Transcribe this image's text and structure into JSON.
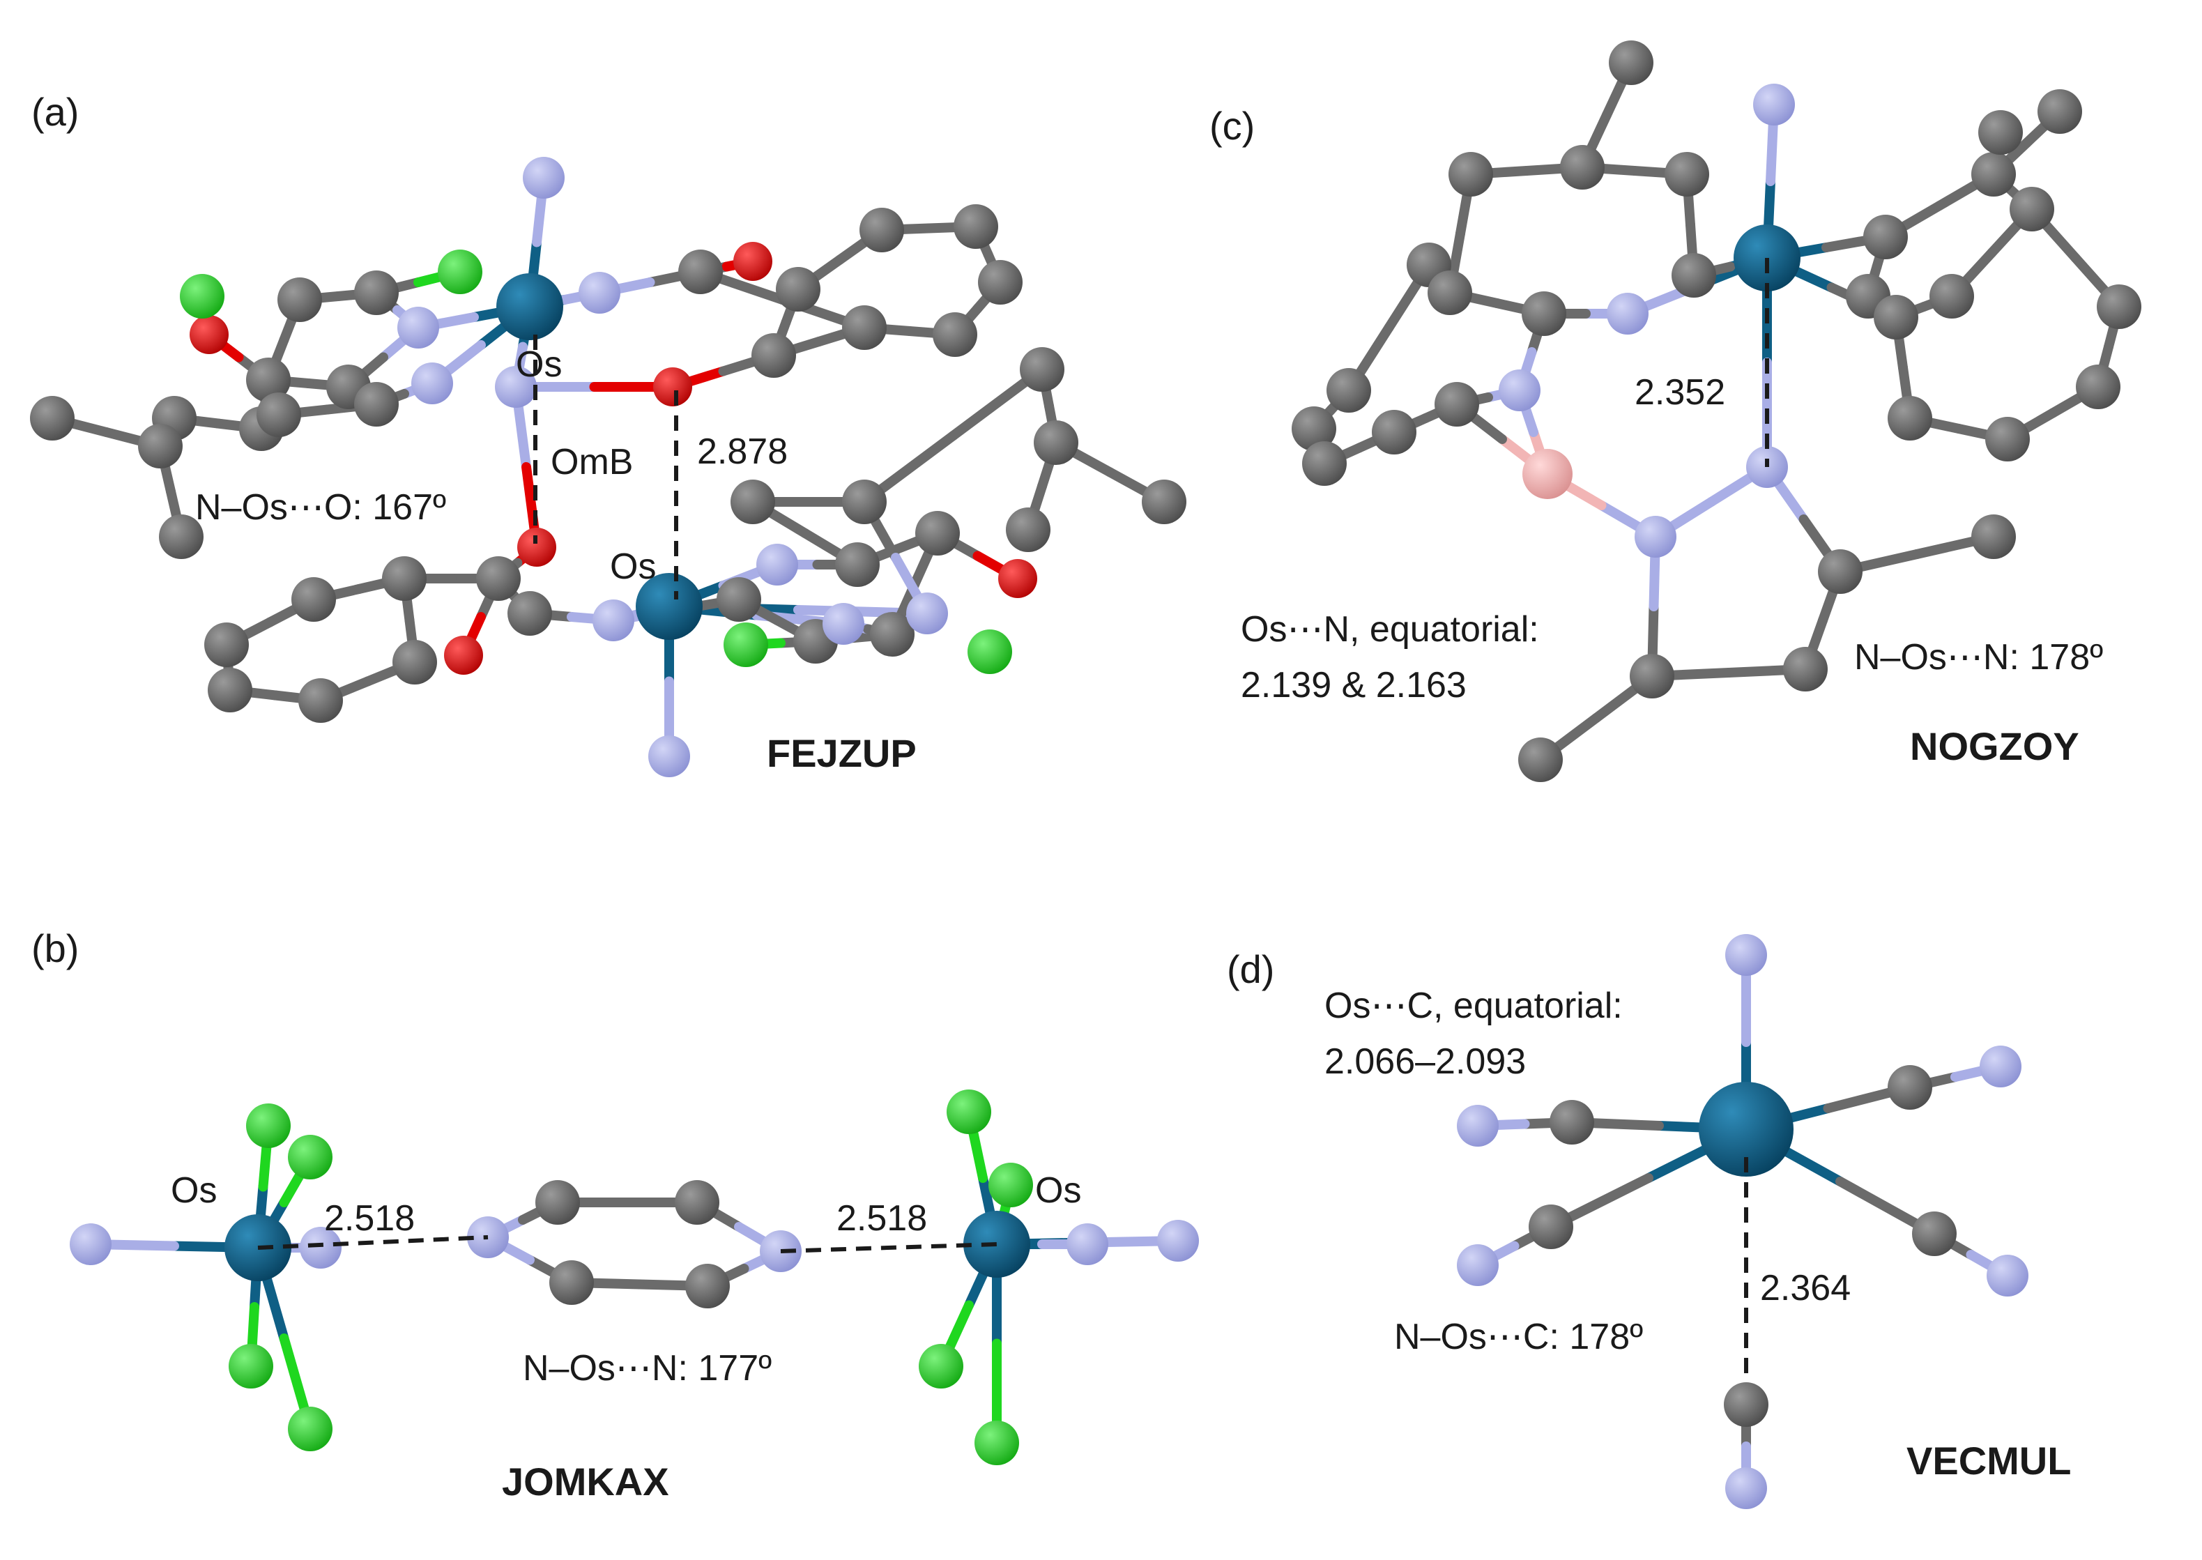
{
  "colors": {
    "carbon": "#6b6b6b",
    "nitrogen": "#a9aee6",
    "oxygen": "#e30000",
    "chlorine": "#1fd71f",
    "osmium": "#0f5f85",
    "boron": "#f2b5b5",
    "text": "#1a1a1a"
  },
  "panels": {
    "a": {
      "letter": "(a)",
      "code": "FEJZUP",
      "os_top": "Os",
      "os_bottom": "Os",
      "omb": "OmB",
      "distance": "2.878",
      "angle": "N–Os⋯O: 167º"
    },
    "b": {
      "letter": "(b)",
      "code": "JOMKAX",
      "os_left": "Os",
      "os_right": "Os",
      "distance_left": "2.518",
      "distance_right": "2.518",
      "angle": "N–Os⋯N: 177º"
    },
    "c": {
      "letter": "(c)",
      "code": "NOGZOY",
      "distance": "2.352",
      "eq_line1": "Os⋯N, equatorial:",
      "eq_line2": "2.139 & 2.163",
      "angle": "N–Os⋯N: 178º"
    },
    "d": {
      "letter": "(d)",
      "code": "VECMUL",
      "eq_line1": "Os⋯C, equatorial:",
      "eq_line2": "2.066–2.093",
      "distance": "2.364",
      "angle": "N–Os⋯C: 178º"
    }
  }
}
